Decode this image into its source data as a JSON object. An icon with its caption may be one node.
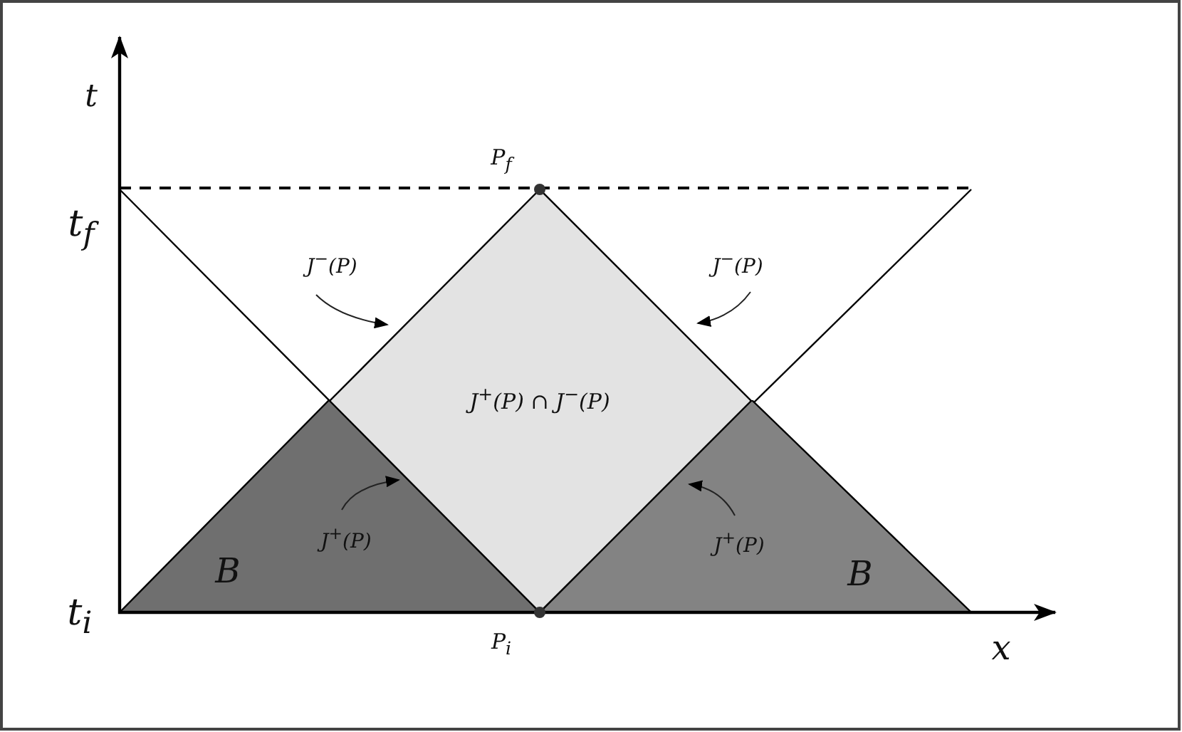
{
  "diagram": {
    "nodes": [
      {
        "text": [
          "J$^{+}$(P) ∩ J$^{−}$(P)"
        ]
      },
      {
        "text": [
          "B"
        ]
      },
      {
        "text": [
          "B"
        ]
      },
      {
        "text": [
          "J$^{−}$(P)"
        ]
      },
      {
        "text": [
          "J$^{−}$(P)"
        ]
      },
      {
        "text": [
          "J$^{+}$(P)"
        ],
        "in": 1
      },
      {
        "text": [
          "J$^{+}$(P)"
        ],
        "in": 2
      }
    ],
    "edges": [
      {
        "from": 3,
        "to": 0,
        "arrow": "to"
      },
      {
        "from": 4,
        "to": 0,
        "arrow": "to"
      },
      {
        "from": 5,
        "to": 1,
        "arrow": "to"
      },
      {
        "from": 6,
        "to": 2,
        "arrow": "to"
      }
    ],
    "labels": [
      "t",
      "P$_{f}$",
      "t$_{f}$",
      "t$_{i}$",
      "P$_{i}$",
      "x"
    ]
  }
}
